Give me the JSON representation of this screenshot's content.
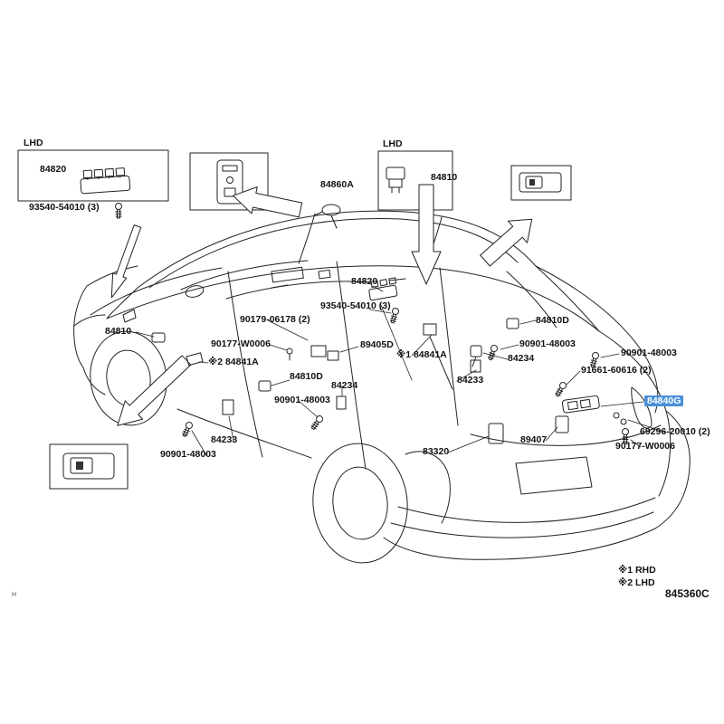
{
  "highlight_color": "#4a90d9",
  "highlighted_part": "84840G",
  "labels": [
    {
      "id": "lhd-left",
      "text": "LHD"
    },
    {
      "id": "part-84820-box",
      "text": "84820"
    },
    {
      "id": "part-93540-box",
      "text": "93540-54010 (3)"
    },
    {
      "id": "part-84860A",
      "text": "84860A"
    },
    {
      "id": "lhd-mid",
      "text": "LHD"
    },
    {
      "id": "part-84810-box",
      "text": "84810"
    },
    {
      "id": "part-84820-mid",
      "text": "84820"
    },
    {
      "id": "part-93540-mid",
      "text": "93540-54010 (3)"
    },
    {
      "id": "part-90179",
      "text": "90179-06178 (2)"
    },
    {
      "id": "part-84810-left",
      "text": "84810"
    },
    {
      "id": "part-90177-left",
      "text": "90177-W0006"
    },
    {
      "id": "part-89405D",
      "text": "89405D"
    },
    {
      "id": "part-84841A-lhd",
      "text": "※2 84841A"
    },
    {
      "id": "part-84841A-rhd",
      "text": "※1 84841A"
    },
    {
      "id": "part-84810D-right",
      "text": "84810D"
    },
    {
      "id": "part-90901-right1",
      "text": "90901-48003"
    },
    {
      "id": "part-90901-right2",
      "text": "90901-48003"
    },
    {
      "id": "part-84234-right",
      "text": "84234"
    },
    {
      "id": "part-84810D-mid",
      "text": "84810D"
    },
    {
      "id": "part-84234-mid",
      "text": "84234"
    },
    {
      "id": "part-90901-mid",
      "text": "90901-48003"
    },
    {
      "id": "part-91661",
      "text": "91661-60616 (2)"
    },
    {
      "id": "part-84840G",
      "text": "84840G"
    },
    {
      "id": "part-84233-right",
      "text": "84233"
    },
    {
      "id": "part-84233-left",
      "text": "84233"
    },
    {
      "id": "part-90901-left",
      "text": "90901-48003"
    },
    {
      "id": "part-83320",
      "text": "83320"
    },
    {
      "id": "part-89407",
      "text": "89407"
    },
    {
      "id": "part-69296",
      "text": "69296-20010 (2)"
    },
    {
      "id": "part-90177-right",
      "text": "90177-W0006"
    },
    {
      "id": "legend-rhd",
      "text": "※1 RHD"
    },
    {
      "id": "legend-lhd",
      "text": "※2 LHD"
    },
    {
      "id": "diagram-code",
      "text": "845360C"
    },
    {
      "id": "corner-mark",
      "text": "H"
    }
  ]
}
